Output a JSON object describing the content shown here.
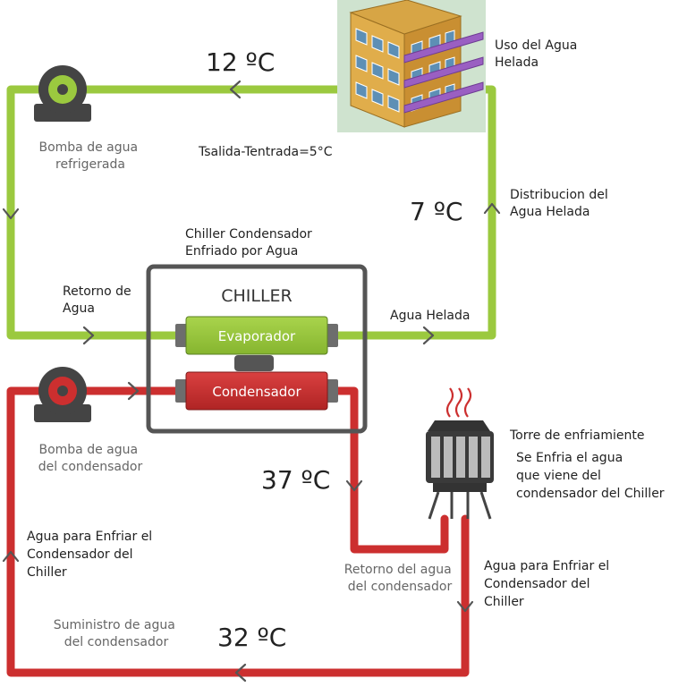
{
  "labels": {
    "building_use": [
      "Uso del Agua",
      "Helada"
    ],
    "chilled_pump": [
      "Bomba de agua",
      "refrigerada"
    ],
    "delta_t": "Tsalida-Tentrada=5°C",
    "distribution": [
      "Distribucion del",
      "Agua Helada"
    ],
    "chiller_type": [
      "Chiller Condensador",
      "Enfriado por Agua"
    ],
    "chiller_box": "CHILLER",
    "evaporator": "Evaporador",
    "condenser": "Condensador",
    "water_return": [
      "Retorno de",
      "Agua"
    ],
    "chilled_water": "Agua Helada",
    "condenser_pump": [
      "Bomba de agua",
      "del condensador"
    ],
    "cooling_tower": "Torre de enfriamiente",
    "tower_desc": [
      "Se Enfria el agua",
      "que viene del",
      "condensador del Chiller"
    ],
    "condenser_return": [
      "Retorno del agua",
      "del condensador"
    ],
    "cooling_water_right": [
      "Agua para Enfriar el",
      "Condensador del",
      "Chiller"
    ],
    "cooling_water_left": [
      "Agua para Enfriar el",
      "Condensador del",
      "Chiller"
    ],
    "condenser_supply": [
      "Suministro de agua",
      "del condensador"
    ]
  },
  "temperatures": {
    "chilled_return": "12 ºC",
    "chilled_supply": "7 ºC",
    "condenser_out": "37 ºC",
    "condenser_in": "32 ºC"
  },
  "colors": {
    "chilled_loop": "#9bc93f",
    "condenser_loop": "#cc2f2f",
    "chiller_frame": "#555555",
    "pump": "#444444"
  }
}
